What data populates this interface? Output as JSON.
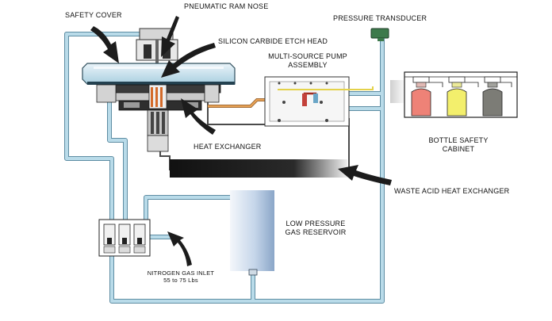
{
  "diagram": {
    "labels": {
      "safety_cover": "SAFETY COVER",
      "pneumatic_ram_nose": "PNEUMATIC RAM NOSE",
      "silicon_carbide_etch_head": "SILICON CARBIDE ETCH HEAD",
      "pressure_transducer": "PRESSURE TRANSDUCER",
      "multi_source_pump_line1": "MULTI-SOURCE PUMP",
      "multi_source_pump_line2": "ASSEMBLY",
      "bottle_safety_line1": "BOTTLE SAFETY",
      "bottle_safety_line2": "CABINET",
      "heat_exchanger": "HEAT EXCHANGER",
      "waste_acid_heat_exchanger": "WASTE ACID  HEAT EXCHANGER",
      "low_pressure_line1": "LOW PRESSURE",
      "low_pressure_line2": "GAS RESERVOIR",
      "nitrogen_line1": "NITROGEN GAS INLET",
      "nitrogen_line2": "55 to 75 Lbs"
    },
    "colors": {
      "pipe": "#b9dbe9",
      "pipe_edge": "#5e8da3",
      "bottle_red": "#ee8277",
      "bottle_yellow": "#f3ef6c",
      "bottle_gray": "#7c7c76",
      "transducer": "#3e7a4c",
      "orange_line": "#e8a256",
      "arrow": "#1c1c1c"
    },
    "bottles": [
      {
        "name": "red-bottle",
        "color": "#ee8277"
      },
      {
        "name": "yellow-bottle",
        "color": "#f3ef6c"
      },
      {
        "name": "gray-bottle",
        "color": "#7c7c76"
      }
    ]
  }
}
